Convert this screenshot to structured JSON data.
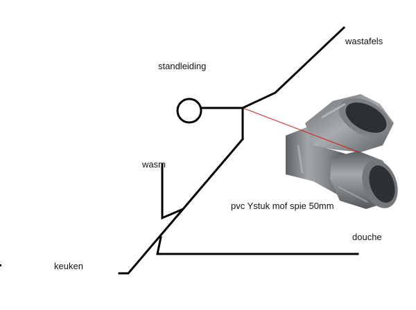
{
  "labels": {
    "wastafels": "wastafels",
    "standleiding": "standleiding",
    "wasm": "wasm",
    "ystuk": "pvc Ystuk mof spie 50mm",
    "douche": "douche",
    "keuken": "keuken"
  },
  "colors": {
    "pipe_line": "#000000",
    "pointer_line": "#d42020",
    "pvc_gray": "#8d9093",
    "pvc_dark": "#3e4144",
    "background": "#ffffff"
  },
  "icons": {
    "standpipe": "circle-outline",
    "fitting": "pvc-y-fitting-photo"
  }
}
